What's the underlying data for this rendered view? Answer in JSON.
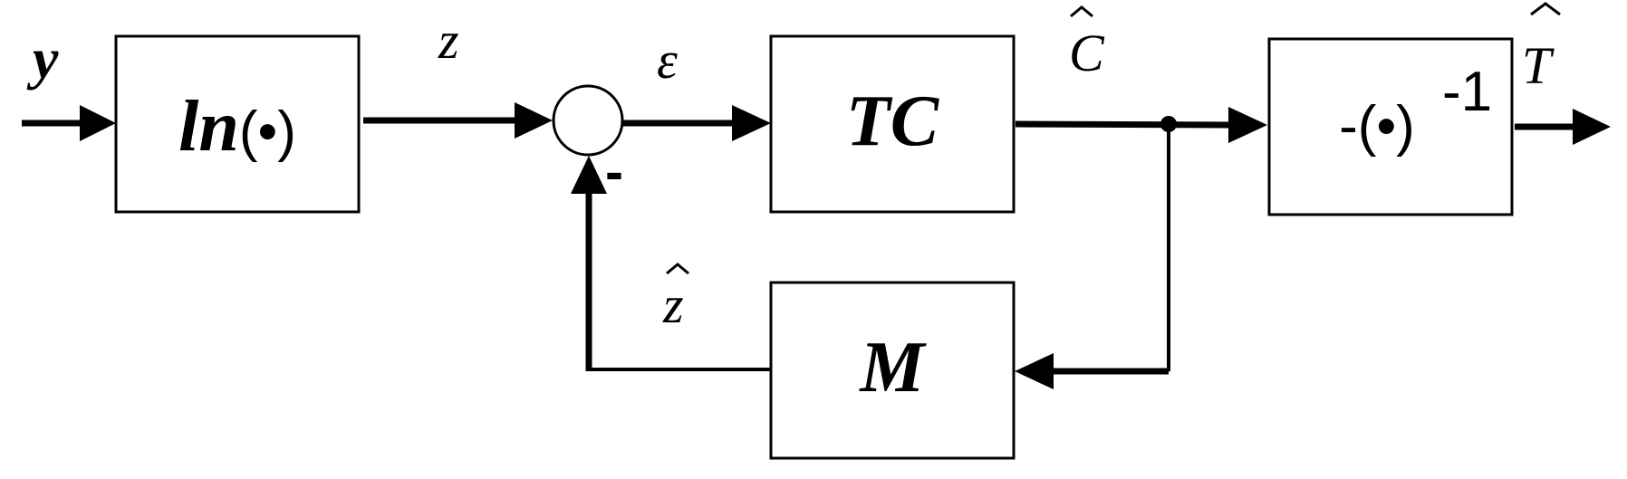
{
  "blocks": {
    "log": {
      "func": "ln",
      "open": "(",
      "dot": "•",
      "close": ")"
    },
    "controller": {
      "label": "TC"
    },
    "inverse": {
      "prefix": "-(",
      "dot": "•",
      "close": ")",
      "exponent": "-1"
    },
    "model": {
      "label": "M"
    }
  },
  "signals": {
    "input": "y",
    "log_output": "z",
    "error": "ε",
    "controller_output": "C",
    "model_output": "z",
    "final_output": "T"
  },
  "summing_junction": {
    "feedback_sign": "-"
  }
}
